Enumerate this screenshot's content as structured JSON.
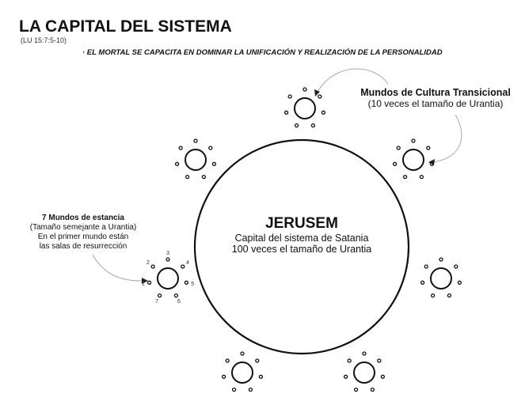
{
  "title": "LA CAPITAL DEL SISTEMA",
  "reference": "(LU 15:7:5-10)",
  "subtitle": "· EL MORTAL SE CAPACITA EN DOMINAR LA UNIFICACIÓN Y REALIZACIÓN DE LA PERSONALIDAD",
  "center": {
    "name": "JERUSEM",
    "line1": "Capital del sistema de Satania",
    "line2": "100 veces el tamaño de Urantia"
  },
  "transitional": {
    "heading": "Mundos de Cultura Transicional",
    "note": "(10 veces el tamaño de Urantia)"
  },
  "mansion": {
    "heading": "7 Mundos de estancia",
    "line1": "(Tamaño semejante a Urantia)",
    "line2": "En el primer mundo están",
    "line3": "las salas de resurrección",
    "moon_labels": [
      "1",
      "2",
      "3",
      "4",
      "5",
      "6",
      "7"
    ]
  }
}
